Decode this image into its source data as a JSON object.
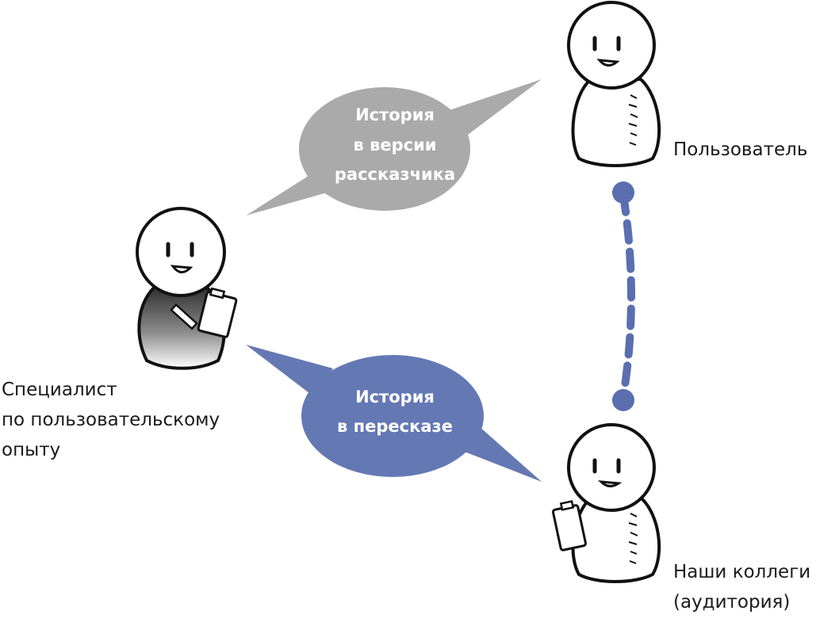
{
  "diagram": {
    "bubble_top": {
      "lines": [
        "История",
        "в версии",
        "рассказчика"
      ],
      "color": "#aaaaaa"
    },
    "bubble_bottom": {
      "lines": [
        "История",
        "в пересказе"
      ],
      "color": "#6478b4"
    },
    "connector_color": "#5a6eb0",
    "actors": {
      "user": {
        "label": "Пользователь"
      },
      "ux_specialist": {
        "lines": [
          "Специалист",
          "по пользовательскому",
          "опыту"
        ]
      },
      "colleagues": {
        "lines": [
          "Наши коллеги",
          "(аудитория)"
        ]
      }
    }
  }
}
